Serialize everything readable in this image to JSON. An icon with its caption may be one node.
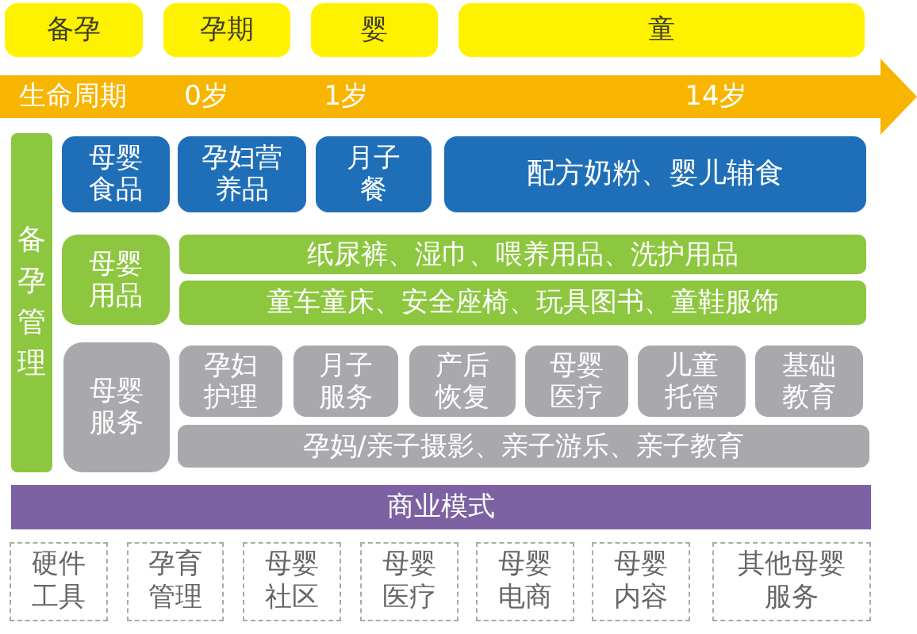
{
  "diagram": {
    "nodes": [
      {
        "text": [
          "备孕"
        ]
      },
      {
        "text": [
          "孕期"
        ]
      },
      {
        "text": [
          "婴"
        ]
      },
      {
        "text": [
          "童"
        ]
      },
      {
        "text": [
          "生命周期",
          "0岁",
          "1岁",
          "14岁"
        ]
      },
      {
        "text": [
          "备孕管理"
        ]
      },
      {
        "text": [
          "母婴食品"
        ]
      },
      {
        "text": [
          "孕妇营养品"
        ]
      },
      {
        "text": [
          "月子餐"
        ]
      },
      {
        "text": [
          "配方奶粉、婴儿辅食"
        ]
      },
      {
        "text": [
          "母婴用品"
        ]
      },
      {
        "text": [
          "纸尿裤、湿巾、喂养用品、洗护用品"
        ]
      },
      {
        "text": [
          "童车童床、安全座椅、玩具图书、童鞋服饰"
        ]
      },
      {
        "text": [
          "母婴服务"
        ]
      },
      {
        "text": [
          "孕妇护理"
        ]
      },
      {
        "text": [
          "月子服务"
        ]
      },
      {
        "text": [
          "产后恢复"
        ]
      },
      {
        "text": [
          "母婴医疗"
        ]
      },
      {
        "text": [
          "儿童托管"
        ]
      },
      {
        "text": [
          "基础教育"
        ]
      },
      {
        "text": [
          "孕妈/亲子摄影、亲子游乐、亲子教育"
        ]
      },
      {
        "text": [
          "商业模式"
        ]
      },
      {
        "text": [
          "硬件工具"
        ]
      },
      {
        "text": [
          "孕育管理"
        ]
      },
      {
        "text": [
          "母婴社区"
        ]
      },
      {
        "text": [
          "母婴医疗"
        ]
      },
      {
        "text": [
          "母婴电商"
        ]
      },
      {
        "text": [
          "母婴内容"
        ]
      },
      {
        "text": [
          "其他母婴服务"
        ]
      }
    ]
  }
}
